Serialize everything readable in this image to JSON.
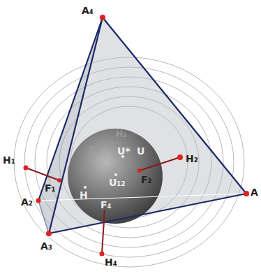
{
  "diagram": {
    "labels": [
      "A₄",
      "H₃",
      "F₃",
      "U*",
      "U",
      "H₁",
      "F₁",
      "H",
      "U₁₂",
      "F₂",
      "H₂",
      "A₂",
      "A",
      "F₄",
      "A₃",
      "H₄"
    ]
  }
}
